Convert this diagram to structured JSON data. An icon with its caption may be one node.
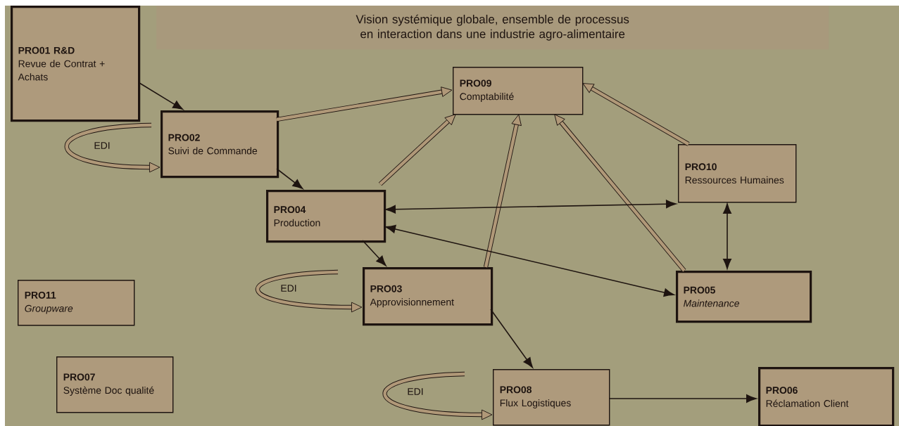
{
  "diagram": {
    "title": "Vision systémique globale, ensemble de processus en interaction dans une industrie agro-alimentaire",
    "nodes": [
      {
        "text": [
          "PRO01 R&D",
          "Revue de Contrat + Achats"
        ]
      },
      {
        "text": [
          "PRO02",
          "Suivi de Commande"
        ]
      },
      {
        "text": [
          "PRO09",
          "Comptabilité"
        ]
      },
      {
        "text": [
          "PRO10",
          "Ressources Humaines"
        ]
      },
      {
        "text": [
          "PRO04",
          "Production"
        ]
      },
      {
        "text": [
          "PRO03",
          "Approvisionnement"
        ]
      },
      {
        "text": [
          "PRO05",
          "Maintenance"
        ]
      },
      {
        "text": [
          "PRO11",
          "Groupware"
        ]
      },
      {
        "text": [
          "PRO07",
          "Système Doc qualité"
        ]
      },
      {
        "text": [
          "PRO08",
          "Flux Logistiques"
        ]
      },
      {
        "text": [
          "PRO06",
          "Réclamation Client"
        ]
      }
    ],
    "edges": [
      {
        "from": 0,
        "to": 1,
        "arrow": "to"
      },
      {
        "from": 1,
        "to": 2,
        "arrow": "to",
        "style": "thick"
      },
      {
        "from": 1,
        "to": 4,
        "arrow": "to"
      },
      {
        "from": 4,
        "to": 2,
        "arrow": "to",
        "style": "thick"
      },
      {
        "from": 5,
        "to": 2,
        "arrow": "to",
        "style": "thick"
      },
      {
        "from": 6,
        "to": 2,
        "arrow": "to",
        "style": "thick"
      },
      {
        "from": 3,
        "to": 2,
        "arrow": "to",
        "style": "thick"
      },
      {
        "from": 4,
        "to": 3,
        "arrow": "both"
      },
      {
        "from": 4,
        "to": 6,
        "arrow": "both"
      },
      {
        "from": 3,
        "to": 6,
        "arrow": "both"
      },
      {
        "from": 4,
        "to": 5,
        "arrow": "to"
      },
      {
        "from": 5,
        "to": 9,
        "arrow": "to"
      },
      {
        "from": 9,
        "to": 10,
        "arrow": "to"
      },
      {
        "from": null,
        "to": 1,
        "arrow": "to",
        "label": "EDI",
        "style": "thick"
      },
      {
        "from": null,
        "to": 5,
        "arrow": "to",
        "label": "EDI",
        "style": "thick"
      },
      {
        "from": null,
        "to": 9,
        "arrow": "to",
        "label": "EDI",
        "style": "thick"
      }
    ]
  }
}
